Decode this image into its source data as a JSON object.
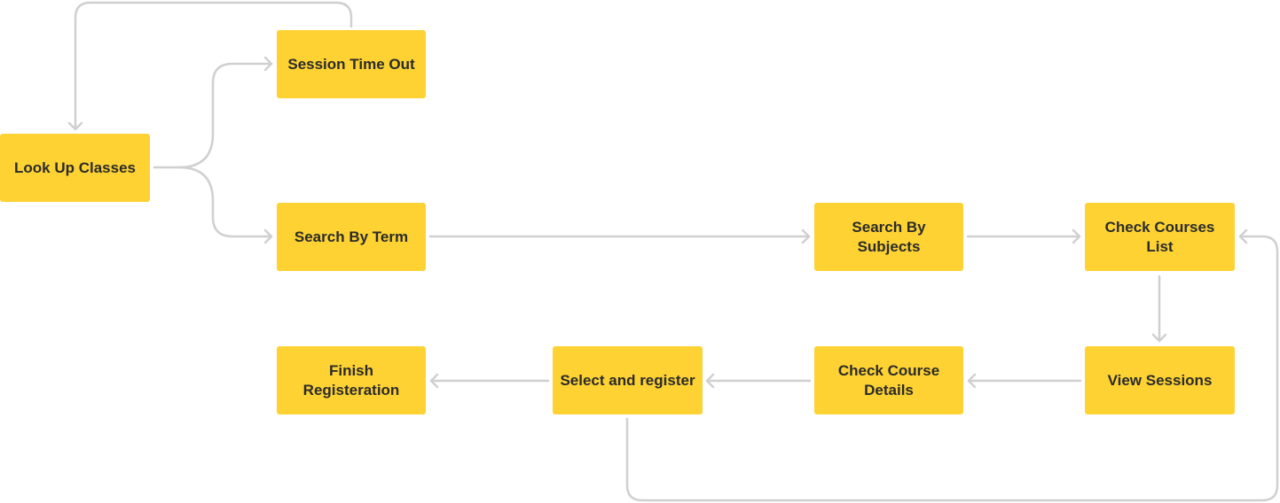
{
  "colors": {
    "node_fill": "#FDD232",
    "node_text": "#2b2b2b",
    "edge": "#D0D0D0",
    "background": "#FFFFFF"
  },
  "nodes": {
    "look_up_classes": "Look Up Classes",
    "session_time_out": "Session Time Out",
    "search_by_term": "Search By Term",
    "search_by_subjects": "Search By Subjects",
    "check_courses_list": "Check Courses List",
    "view_sessions": "View Sessions",
    "check_course_details": "Check Course Details",
    "select_and_register": "Select and register",
    "finish_registeration": "Finish Registeration"
  },
  "edges": [
    {
      "from": "look_up_classes",
      "to": "session_time_out"
    },
    {
      "from": "look_up_classes",
      "to": "search_by_term"
    },
    {
      "from": "session_time_out",
      "to": "look_up_classes"
    },
    {
      "from": "search_by_term",
      "to": "search_by_subjects"
    },
    {
      "from": "search_by_subjects",
      "to": "check_courses_list"
    },
    {
      "from": "check_courses_list",
      "to": "view_sessions"
    },
    {
      "from": "view_sessions",
      "to": "check_course_details"
    },
    {
      "from": "check_course_details",
      "to": "select_and_register"
    },
    {
      "from": "select_and_register",
      "to": "finish_registeration"
    },
    {
      "from": "select_and_register",
      "to": "check_courses_list"
    }
  ]
}
